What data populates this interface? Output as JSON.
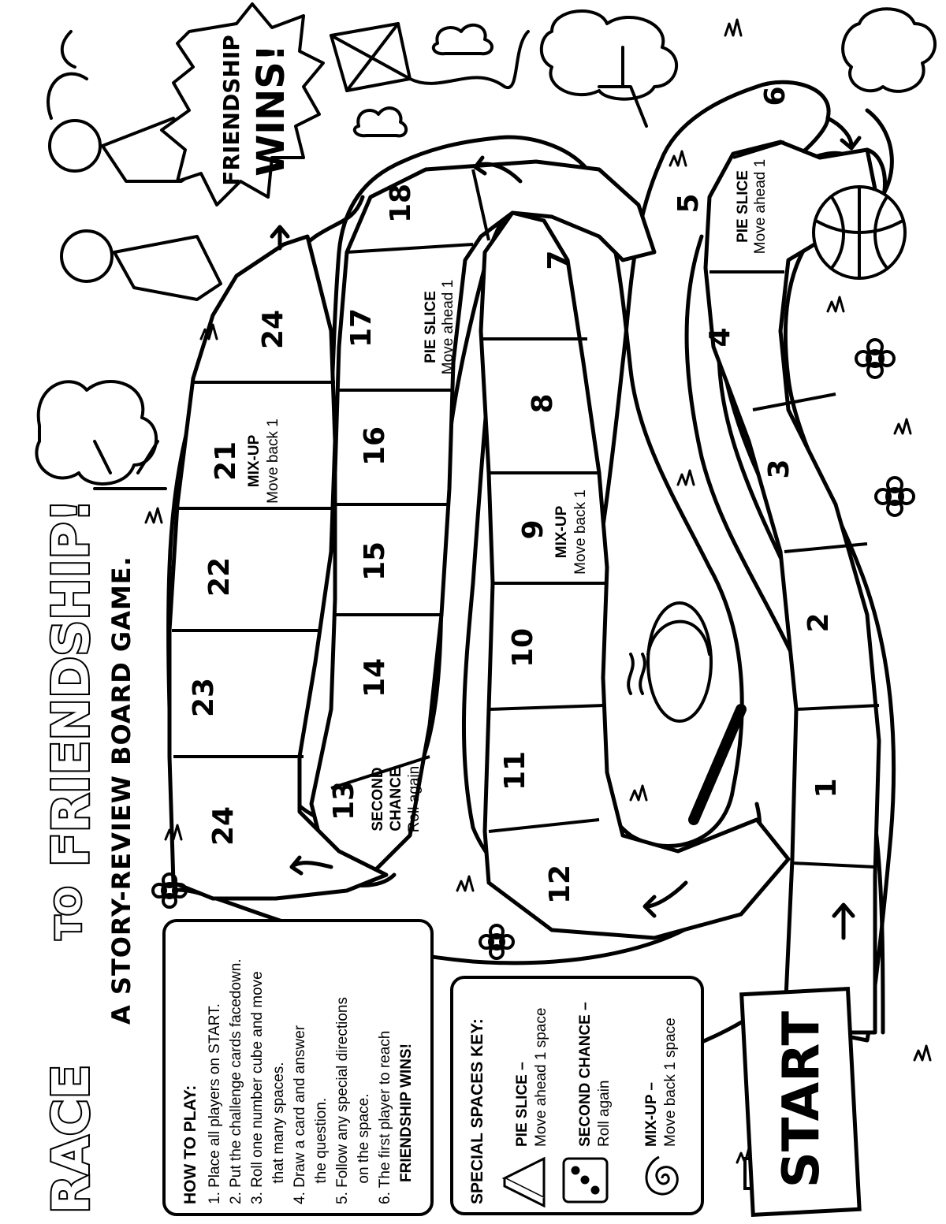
{
  "title": {
    "part1": "RACE",
    "part2": "TO",
    "part3": "FRIENDSHIP!",
    "subtitle": "A STORY-REVIEW BOARD GAME."
  },
  "finish": {
    "line1": "FRIENDSHIP",
    "line2": "WINS!"
  },
  "start_label": "START",
  "spaces": [
    {
      "num": "1"
    },
    {
      "num": "2"
    },
    {
      "num": "3"
    },
    {
      "num": "4"
    },
    {
      "num": "5",
      "label": "PIE SLICE",
      "sub": "Move ahead 1"
    },
    {
      "num": "6"
    },
    {
      "num": "7"
    },
    {
      "num": "8"
    },
    {
      "num": "9",
      "label": "MIX-UP",
      "sub": "Move back 1"
    },
    {
      "num": "10"
    },
    {
      "num": "11"
    },
    {
      "num": "12"
    },
    {
      "num": "13",
      "label": "SECOND CHANCE",
      "label1": "SECOND",
      "label2": "CHANCE",
      "sub": "Roll again"
    },
    {
      "num": "14"
    },
    {
      "num": "15"
    },
    {
      "num": "16"
    },
    {
      "num": "17",
      "label": "PIE SLICE",
      "sub": "Move ahead 1"
    },
    {
      "num": "18"
    },
    {
      "num": "24"
    },
    {
      "num": "23"
    },
    {
      "num": "22"
    },
    {
      "num": "21",
      "label": "MIX-UP",
      "sub": "Move back 1"
    },
    {
      "num": "24"
    }
  ],
  "how_to_play": {
    "heading": "HOW TO PLAY:",
    "lines": [
      "1.  Place all players on START.",
      "2.  Put the challenge cards facedown.",
      "3.  Roll one number cube and move",
      "     that many spaces.",
      "4.  Draw a card and answer",
      "     the question.",
      "5.  Follow any special directions",
      "     on the space.",
      "6.  The first player to reach"
    ],
    "last_bold": "FRIENDSHIP WINS!"
  },
  "key": {
    "heading": "SPECIAL SPACES KEY:",
    "items": [
      {
        "icon": "pie-slice-icon",
        "name": "PIE SLICE –",
        "desc": "Move ahead 1 space"
      },
      {
        "icon": "dice-icon",
        "name": "SECOND CHANCE –",
        "desc": "Roll again"
      },
      {
        "icon": "spiral-icon",
        "name": "MIX-UP –",
        "desc": "Move back 1 space"
      }
    ]
  },
  "colors": {
    "ink": "#000000",
    "paper": "#ffffff"
  }
}
